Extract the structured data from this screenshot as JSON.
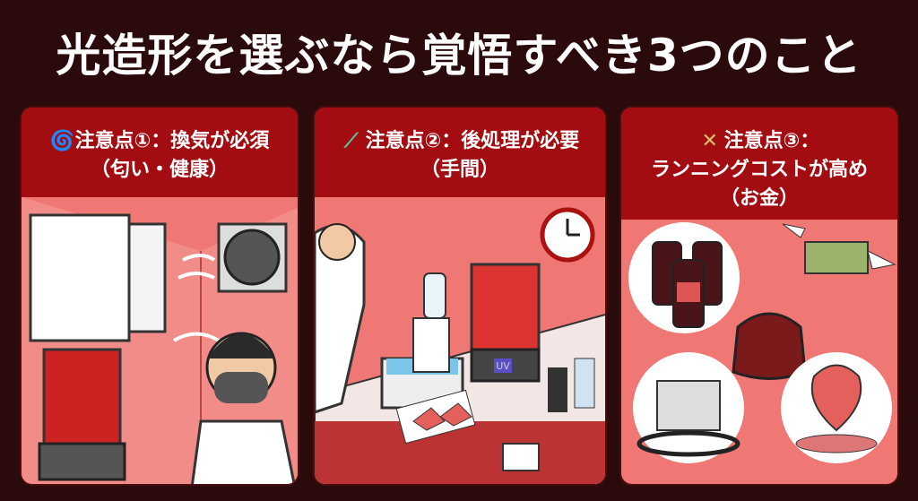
{
  "title": "光造形を選ぶなら覚悟すべき3つのこと",
  "panels": [
    {
      "icon": "cyclone-icon",
      "heading": "注意点①：換気が必須",
      "sub": "（匂い・健康）"
    },
    {
      "icon": "test-tube-icon",
      "heading": "注意点②：後処理が必要",
      "sub": "（手間）"
    },
    {
      "icon": "money-wings-icon",
      "heading": "注意点③：",
      "sub": "ランニングコストが高め",
      "sub2": "（お金）"
    }
  ],
  "printer_label": "UV",
  "colors": {
    "background": "#2b0a0c",
    "header": "#a30d12",
    "panel": "#ef7774"
  }
}
